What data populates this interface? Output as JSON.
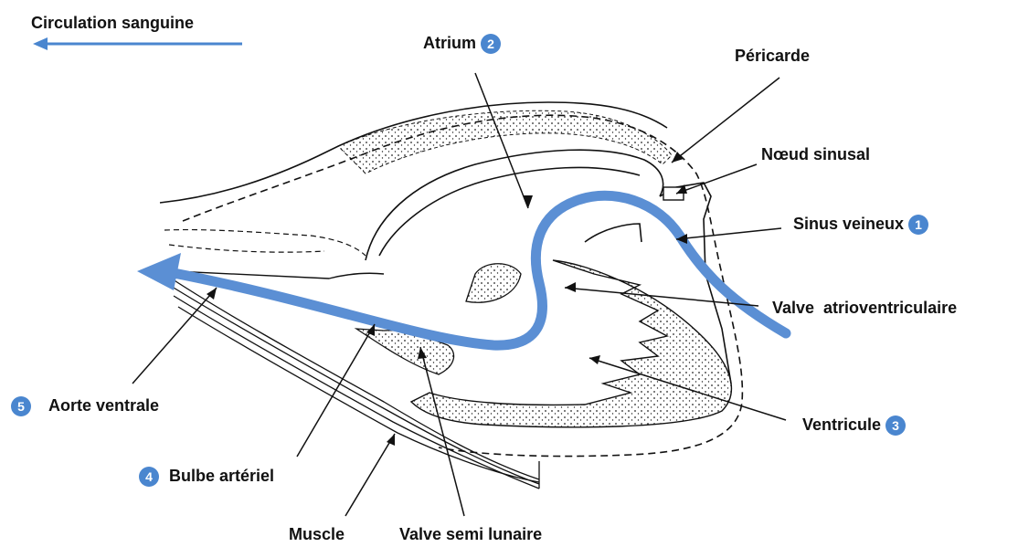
{
  "legend": {
    "label": "Circulation sanguine",
    "arrow_color": "#4a86cf"
  },
  "labels": {
    "atrium": "Atrium",
    "pericarde": "Péricarde",
    "noeud_sinusal": "Nœud sinusal",
    "sinus_veineux": "Sinus veineux",
    "valve_av": "Valve  atrioventriculaire",
    "ventricule": "Ventricule",
    "aorte": "Aorte ventrale",
    "bulbe": "Bulbe artériel",
    "muscle": "Muscle",
    "valve_sl": "Valve semi lunaire"
  },
  "badges": {
    "sinus_veineux": "1",
    "atrium": "2",
    "ventricule": "3",
    "bulbe": "4",
    "aorte": "5"
  },
  "colors": {
    "flow": "#5b8fd4",
    "badge": "#4a86cf",
    "ink": "#111111"
  }
}
